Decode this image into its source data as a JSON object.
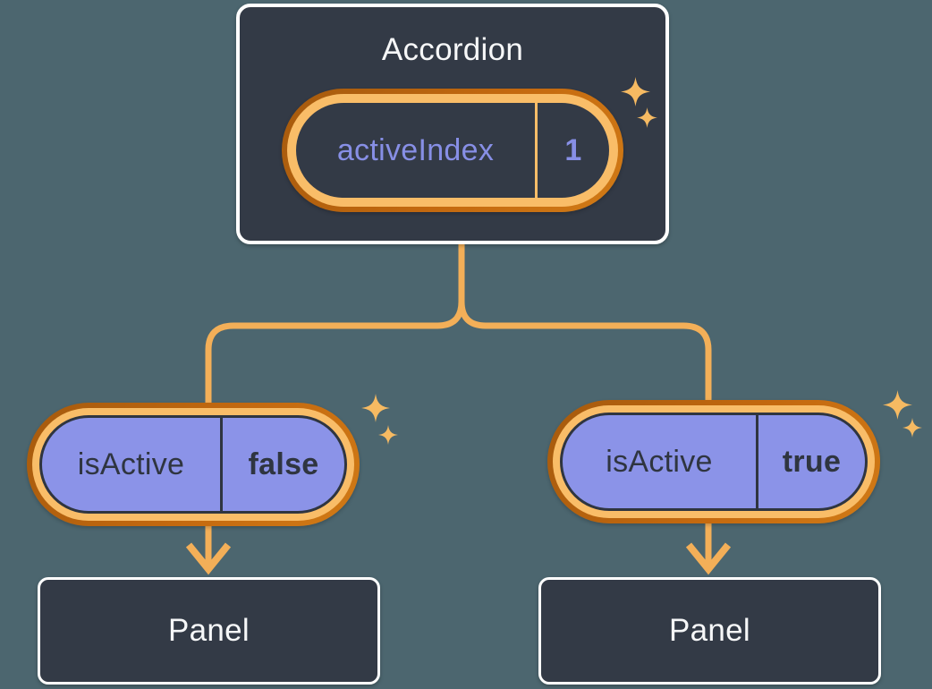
{
  "diagram": {
    "root": {
      "title": "Accordion",
      "state": {
        "label": "activeIndex",
        "value": "1"
      }
    },
    "children": [
      {
        "prop": {
          "label": "isActive",
          "value": "false"
        },
        "panel": "Panel"
      },
      {
        "prop": {
          "label": "isActive",
          "value": "true"
        },
        "panel": "Panel"
      }
    ]
  },
  "colors": {
    "background": "#4C666F",
    "box-fill": "#333A46",
    "box-border": "#FFFFFF",
    "ink": "#2F3540",
    "purple-fill": "#8B93E8",
    "purple-text": "#878FE6",
    "orange-light": "#F9BD68",
    "orange-dark": "#C4690F",
    "connector": "#F3AF58",
    "sparkle": "#F6BA62",
    "title-text": "#F6F7F8"
  }
}
